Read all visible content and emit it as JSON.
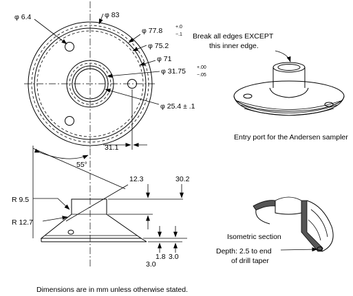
{
  "top_view": {
    "outer_diameter": "φ 83",
    "groove_diameter": "φ 77.8",
    "groove_tol_upper": "+.0",
    "groove_tol_lower": "−.1",
    "ring_diameter": "φ 75.2",
    "step_diameter": "φ 71",
    "bore_diameter": "φ 31.75",
    "bore_tol_upper": "+.00",
    "bore_tol_lower": "−.05",
    "inner_edge_diameter": "φ 25.4 ± .1",
    "hole_diameter": "φ 6.4",
    "hole_offset": "31.1"
  },
  "side_view": {
    "angle": "55°",
    "height_1": "12.3",
    "height_2": "30.2",
    "radius_1": "R 9.5",
    "radius_2": "R 12.7",
    "thickness_1": "1.8",
    "thickness_2": "3.0",
    "thickness_3": "3.0"
  },
  "iso_view": {
    "edge_note_line1": "Break all edges EXCEPT",
    "edge_note_line2": "this inner edge.",
    "caption": "Entry port for the Andersen sampler"
  },
  "section_view": {
    "caption": "Isometric section",
    "depth_line1": "Depth: 2.5 to end",
    "depth_line2": "of drill taper"
  },
  "footer": {
    "note": "Dimensions are in mm unless otherwise stated."
  }
}
